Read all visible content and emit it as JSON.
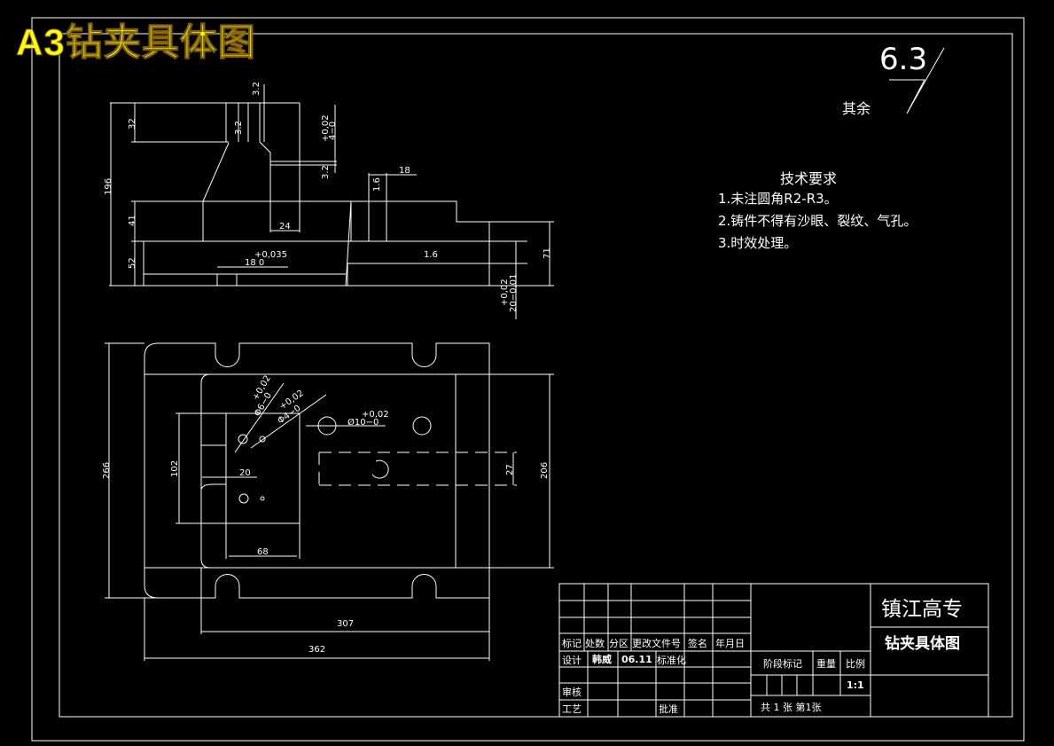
{
  "title": "A3钻夹具体图",
  "roughness": {
    "value": "6.3",
    "label": "其余"
  },
  "tech_requirements": {
    "heading": "技术要求",
    "items": [
      "1.未注圆角R2-R3。",
      "2.铸件不得有沙眼、裂纹、气孔。",
      "3.时效处理。"
    ]
  },
  "front_view": {
    "dims": {
      "total_height": "196",
      "top": "32",
      "mid": "41",
      "bottom": "52",
      "width_24": "24",
      "slot_18": "18",
      "slot_tol_upper": "+0,035",
      "slot_nominal": "18  0",
      "right_18": "18",
      "right_71": "71",
      "tol_4_upper": "+0,02",
      "tol_4": "4−0",
      "tol_20_upper": "+0,02",
      "tol_20": "20−0,01"
    },
    "roughness_marks": [
      "3.2",
      "3.2",
      "3.2",
      "1.6",
      "1.6"
    ]
  },
  "plan_view": {
    "dims": {
      "height_266": "266",
      "height_206": "206",
      "d_102": "102",
      "d_20": "20",
      "d_68": "68",
      "d_27": "27",
      "w_307": "307",
      "w_362": "362",
      "hole6_upper": "+0,02",
      "hole6": "Φ6−0",
      "hole4_upper": "+0,02",
      "hole4": "Φ4−0",
      "hole10_upper": "+0,02",
      "hole10": "Ø10−0"
    }
  },
  "title_block": {
    "school": "镇江高专",
    "drawing_name": "钻夹具体图",
    "headers": [
      "标记",
      "处数",
      "分区",
      "更改文件号",
      "签名",
      "年月日"
    ],
    "design_label": "设计",
    "designer": "韩威",
    "date": "06.11",
    "standard_label": "标准化",
    "review_label": "审核",
    "process_label": "工艺",
    "approve_label": "批准",
    "stage_label": "阶段标记",
    "weight_label": "重量",
    "scale_label": "比例",
    "scale": "1:1",
    "sheets": "共 1 张 第1张"
  }
}
